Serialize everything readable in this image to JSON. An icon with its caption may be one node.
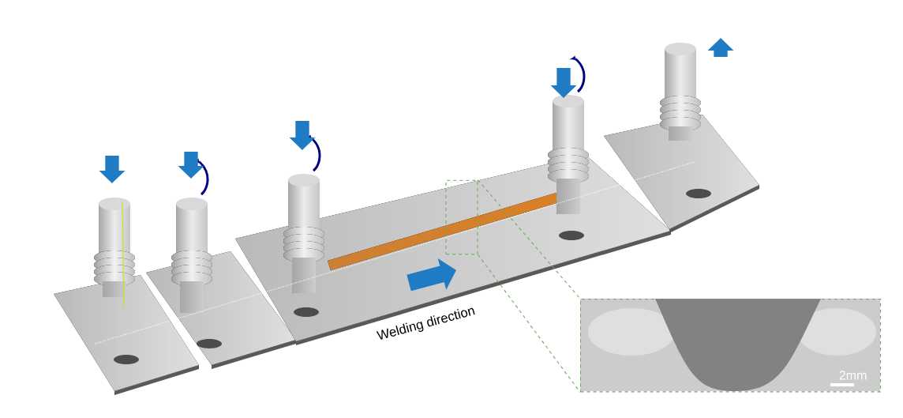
{
  "diagram": {
    "nodes": [
      {
        "text": [],
        "shape": "box"
      },
      {
        "text": [
          "2mm"
        ]
      }
    ],
    "edges": [
      {
        "from": 0,
        "to": 1,
        "arrow": "none",
        "style": "dashed",
        "color": "#6aaa5a"
      },
      {
        "from": 0,
        "to": 1,
        "arrow": "none",
        "style": "dashed",
        "color": "#6aaa5a"
      }
    ],
    "labels": [
      "Welding direction"
    ]
  }
}
